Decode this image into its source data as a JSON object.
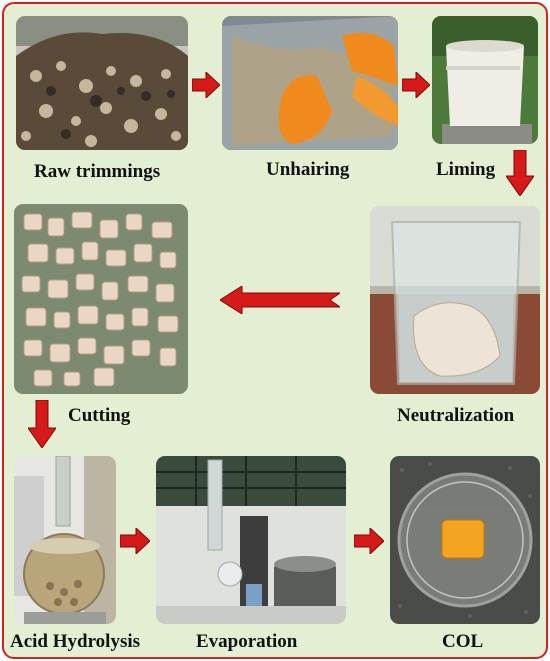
{
  "steps": {
    "raw_trimmings": "Raw trimmings",
    "unhairing": "Unhairing",
    "liming": "Liming",
    "neutralization": "Neutralization",
    "cutting": "Cutting",
    "acid_hydrolysis": "Acid Hydrolysis",
    "evaporation": "Evaporation",
    "col": "COL"
  },
  "colors": {
    "border": "#d42020",
    "background": "#e4eed3",
    "arrow": "#d61a1a"
  }
}
